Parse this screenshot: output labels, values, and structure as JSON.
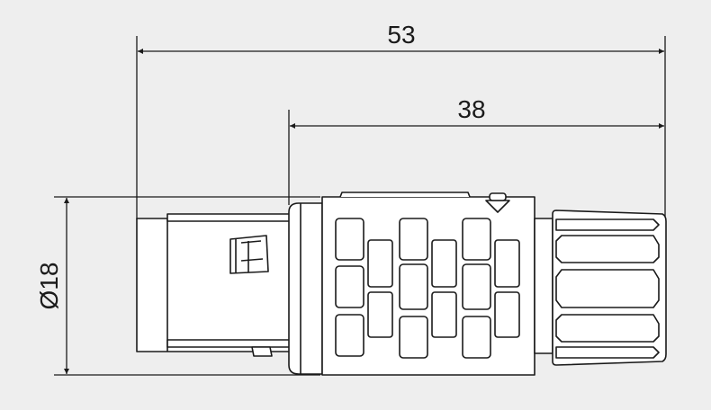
{
  "dimensions": {
    "overall_length": "53",
    "body_length": "38",
    "diameter": "Ø18"
  },
  "colors": {
    "background": "#eeeeee",
    "line": "#1a1a1a",
    "part_fill": "#ffffff"
  }
}
